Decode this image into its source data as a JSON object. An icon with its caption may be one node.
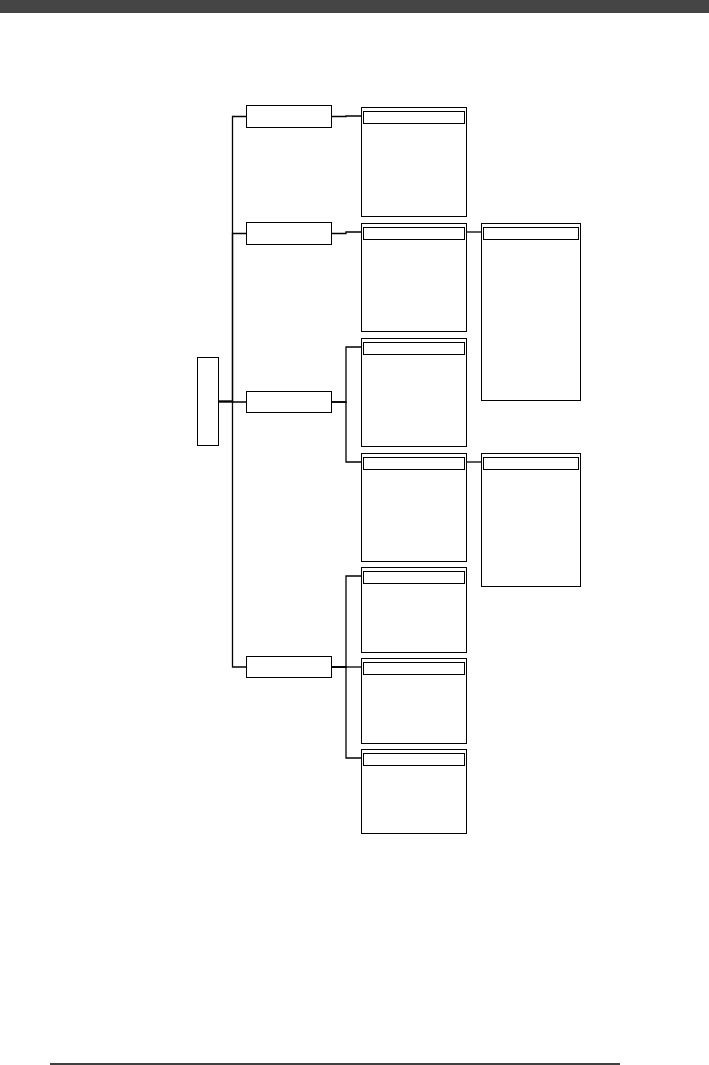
{
  "diagram": {
    "nodes": [
      {
        "text": [],
        "shape": "box"
      },
      {
        "text": [],
        "shape": "box"
      },
      {
        "text": [],
        "shape": "box"
      },
      {
        "text": [],
        "shape": "box"
      },
      {
        "text": [],
        "shape": "box"
      },
      {
        "text": [],
        "shape": "box"
      },
      {
        "text": [],
        "shape": "box",
        "in": 5
      },
      {
        "text": [],
        "shape": "box"
      },
      {
        "text": [],
        "shape": "box",
        "in": 7
      },
      {
        "text": [],
        "shape": "box"
      },
      {
        "text": [],
        "shape": "box",
        "in": 9
      },
      {
        "text": [],
        "shape": "box"
      },
      {
        "text": [],
        "shape": "box",
        "in": 11
      },
      {
        "text": [],
        "shape": "box"
      },
      {
        "text": [],
        "shape": "box",
        "in": 13
      },
      {
        "text": [],
        "shape": "box"
      },
      {
        "text": [],
        "shape": "box",
        "in": 15
      },
      {
        "text": [],
        "shape": "box"
      },
      {
        "text": [],
        "shape": "box",
        "in": 17
      },
      {
        "text": [],
        "shape": "box"
      },
      {
        "text": [],
        "shape": "box",
        "in": 19
      },
      {
        "text": [],
        "shape": "box"
      },
      {
        "text": [],
        "shape": "box",
        "in": 21
      }
    ],
    "edges": [
      {
        "from": 0,
        "to": 1,
        "arrow": "none"
      },
      {
        "from": 0,
        "to": 2,
        "arrow": "none"
      },
      {
        "from": 0,
        "to": 3,
        "arrow": "none"
      },
      {
        "from": 0,
        "to": 4,
        "arrow": "none"
      },
      {
        "from": 1,
        "to": 5,
        "arrow": "none"
      },
      {
        "from": 2,
        "to": 7,
        "arrow": "none"
      },
      {
        "from": 7,
        "to": 9,
        "arrow": "none"
      },
      {
        "from": 3,
        "to": 11,
        "arrow": "none"
      },
      {
        "from": 3,
        "to": 13,
        "arrow": "none"
      },
      {
        "from": 13,
        "to": 15,
        "arrow": "none"
      },
      {
        "from": 4,
        "to": 17,
        "arrow": "none"
      },
      {
        "from": 4,
        "to": 19,
        "arrow": "none"
      },
      {
        "from": 4,
        "to": 21,
        "arrow": "none"
      }
    ]
  }
}
